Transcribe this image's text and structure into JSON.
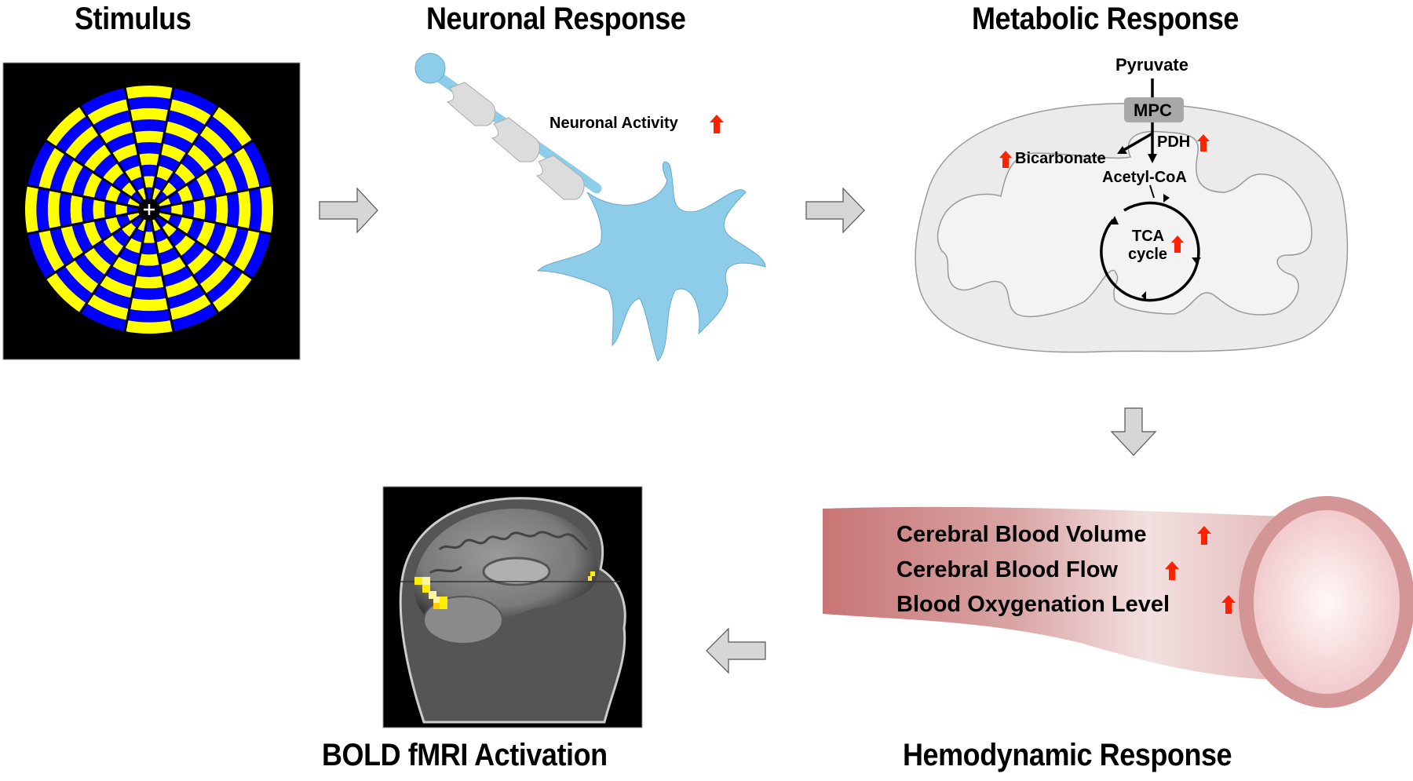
{
  "titles": {
    "stimulus": "Stimulus",
    "neuronal": "Neuronal Response",
    "metabolic": "Metabolic Response",
    "hemodynamic": "Hemodynamic Response",
    "bold": "BOLD fMRI Activation"
  },
  "neuronal": {
    "activity_label": "Neuronal Activity"
  },
  "metabolic": {
    "pyruvate": "Pyruvate",
    "mpc": "MPC",
    "pdh": "PDH",
    "bicarbonate": "Bicarbonate",
    "acetyl_coa": "Acetyl-CoA",
    "tca_line1": "TCA",
    "tca_line2": "cycle"
  },
  "hemodynamic": {
    "items": [
      "Cerebral Blood Volume",
      "Cerebral Blood Flow",
      "Blood Oxygenation Level"
    ]
  },
  "stimulus": {
    "pattern": "radial checkerboard",
    "colors": {
      "a": "#0000ff",
      "b": "#ffff00",
      "background": "#000000"
    }
  },
  "colors": {
    "increase_arrow": "#ff2200",
    "neuron": "#8ecdea",
    "myelin": "#dcdcdc",
    "flow_arrow": "#d6d6d6",
    "vessel": "#c97878",
    "activation": "#ffee00"
  }
}
